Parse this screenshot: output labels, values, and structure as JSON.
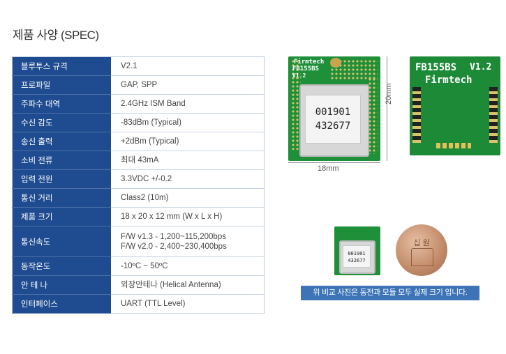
{
  "page": {
    "title": "제품 사양 (SPEC)"
  },
  "spec": {
    "rows": [
      {
        "key": "블루투스 규격",
        "value": [
          "V2.1"
        ]
      },
      {
        "key": "프로파일",
        "value": [
          "GAP, SPP"
        ]
      },
      {
        "key": "주파수 대역",
        "value": [
          "2.4GHz ISM Band"
        ]
      },
      {
        "key": "수신 감도",
        "value": [
          "-83dBm (Typical)"
        ]
      },
      {
        "key": "송신 출력",
        "value": [
          "+2dBm (Typical)"
        ]
      },
      {
        "key": "소비 전류",
        "value": [
          "최대 43mA"
        ]
      },
      {
        "key": "입력 전원",
        "value": [
          "3.3VDC +/-0.2"
        ]
      },
      {
        "key": "통신 거리",
        "value": [
          "Class2 (10m)"
        ]
      },
      {
        "key": "제품 크기",
        "value": [
          "18 x 20 x 12 mm (W x L x H)"
        ]
      },
      {
        "key": "통신속도",
        "value": [
          "F/W v1.3 - 1,200~115,200bps",
          "F/W v2.0 - 2,400~230,400bps"
        ]
      },
      {
        "key": "동작온도",
        "value": [
          "-10ºC ~ 50ºC"
        ]
      },
      {
        "key": "안 테 나",
        "value": [
          "외장안테나 (Helical Antenna)"
        ]
      },
      {
        "key": "인터페이스",
        "value": [
          "UART (TTL Level)"
        ]
      }
    ]
  },
  "photos": {
    "front": {
      "brand": "Firmtech",
      "model": "FB155BS",
      "ver": "V1.2",
      "label_line1": "001901",
      "label_line2": "432677"
    },
    "back": {
      "model": "FB155BS",
      "ver": "V1.2",
      "brand": "Firmtech"
    },
    "dim_width": "18mm",
    "dim_height": "20mm",
    "small": {
      "label_line1": "001901",
      "label_line2": "432677"
    },
    "coin": {
      "text": "십 원"
    },
    "caption": "위 비교 사진은 동전과 모듈 모두 실제 크기 입니다."
  }
}
